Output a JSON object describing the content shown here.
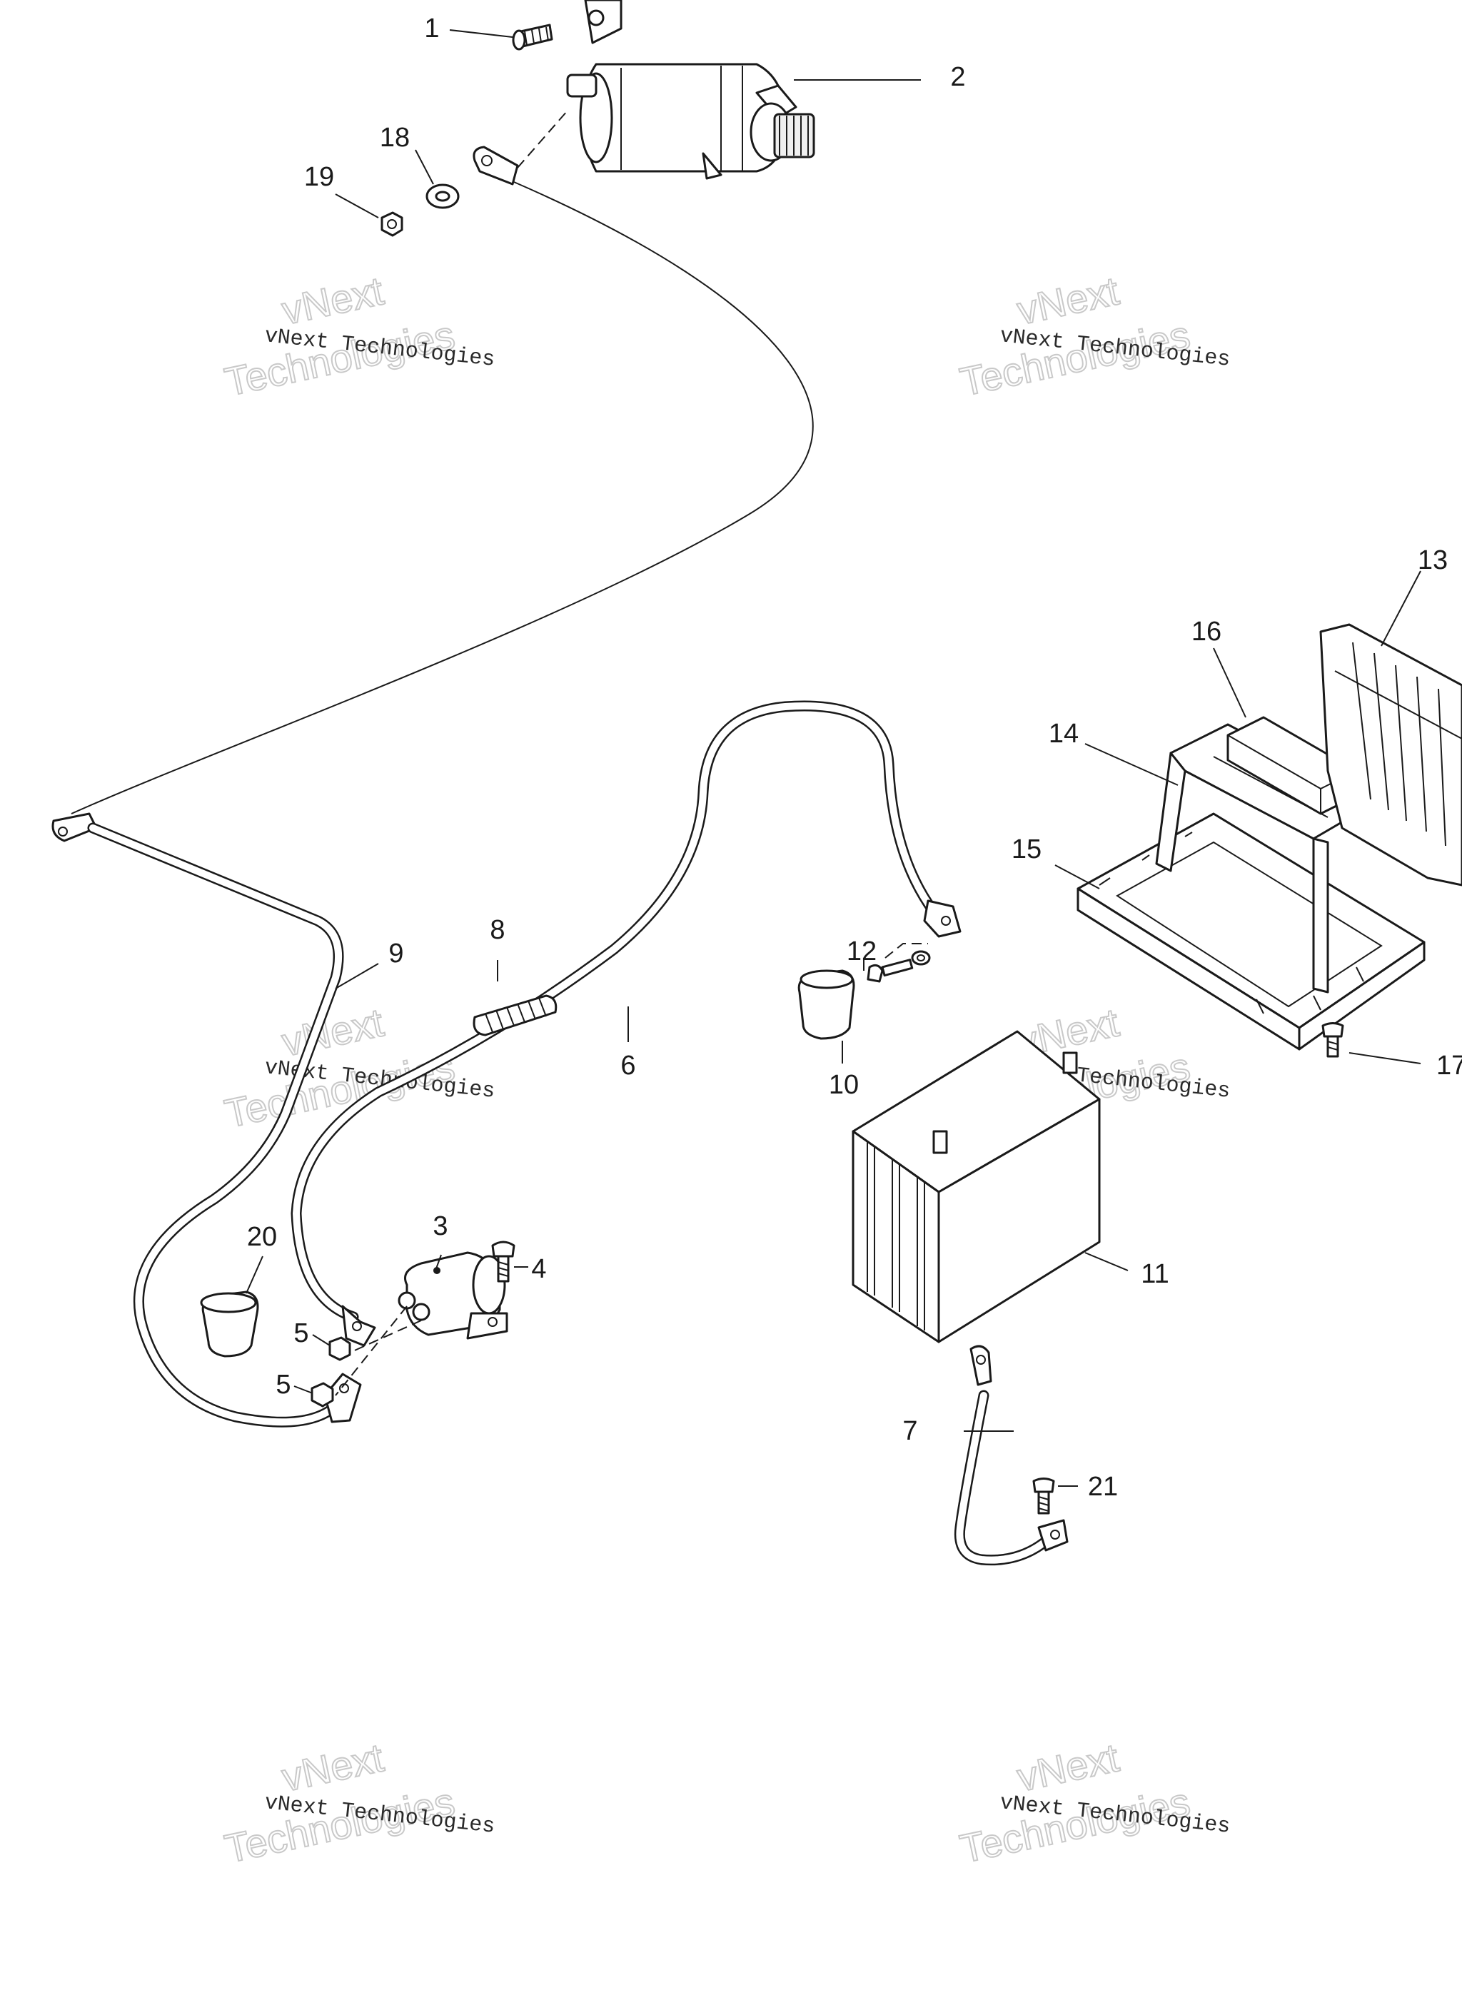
{
  "callouts": [
    {
      "id": "1",
      "label": "1"
    },
    {
      "id": "2",
      "label": "2"
    },
    {
      "id": "3",
      "label": "3"
    },
    {
      "id": "4",
      "label": "4"
    },
    {
      "id": "5a",
      "label": "5"
    },
    {
      "id": "5b",
      "label": "5"
    },
    {
      "id": "6",
      "label": "6"
    },
    {
      "id": "7",
      "label": "7"
    },
    {
      "id": "8",
      "label": "8"
    },
    {
      "id": "9",
      "label": "9"
    },
    {
      "id": "10",
      "label": "10"
    },
    {
      "id": "11",
      "label": "11"
    },
    {
      "id": "12",
      "label": "12"
    },
    {
      "id": "13",
      "label": "13"
    },
    {
      "id": "14",
      "label": "14"
    },
    {
      "id": "15",
      "label": "15"
    },
    {
      "id": "16",
      "label": "16"
    },
    {
      "id": "17",
      "label": "17"
    },
    {
      "id": "18",
      "label": "18"
    },
    {
      "id": "19",
      "label": "19"
    },
    {
      "id": "20",
      "label": "20"
    },
    {
      "id": "21",
      "label": "21"
    }
  ],
  "watermark": {
    "line_small": "vNext Technologies",
    "line_large_1": "vNext",
    "line_large_2": "Technologies"
  }
}
